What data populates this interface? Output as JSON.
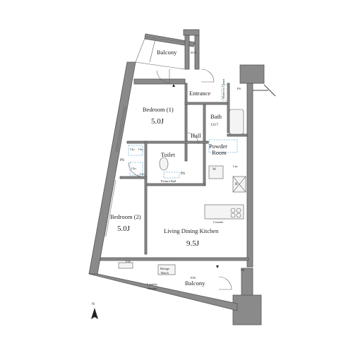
{
  "rooms": {
    "balcony_top": "Balcony",
    "mb": "M B",
    "entrance": "Entrance",
    "ps_top": "PS",
    "shoes_in_closet": "Shoes-in Closet",
    "bedroom1_name": "Bedroom (1)",
    "bedroom1_size": "5.0J",
    "bath_name": "Bath",
    "bath_size": "1317",
    "hall": "Hall",
    "powder_room_1": "Powder",
    "powder_room_2": "Room",
    "clo1": "Clo.",
    "clo2": "Clo.",
    "clo3": "Clo.",
    "clo4": "Clo.",
    "ps_left": "PS",
    "ps_mid": "PS",
    "toilet": "Toilet",
    "w": "W",
    "lin": "Lin.",
    "r": "R",
    "picture_rail": "Picture Rail",
    "counter": "Counter",
    "bedroom2_name": "Bedroom (2)",
    "bedroom2_size": "5.0J",
    "ldk_name": "Living Dining Kitchen",
    "ldk_size": "9.5J",
    "fix1": "FIX",
    "fix2": "FIX",
    "refuge_hatch_1": "Refuge",
    "refuge_hatch_2": "Hatch",
    "balcony_bottom": "Balcony",
    "ps_bottom": "PS",
    "laundry_1": "Laundry",
    "laundry_2": "Hanger"
  },
  "compass": {
    "north": "N"
  }
}
